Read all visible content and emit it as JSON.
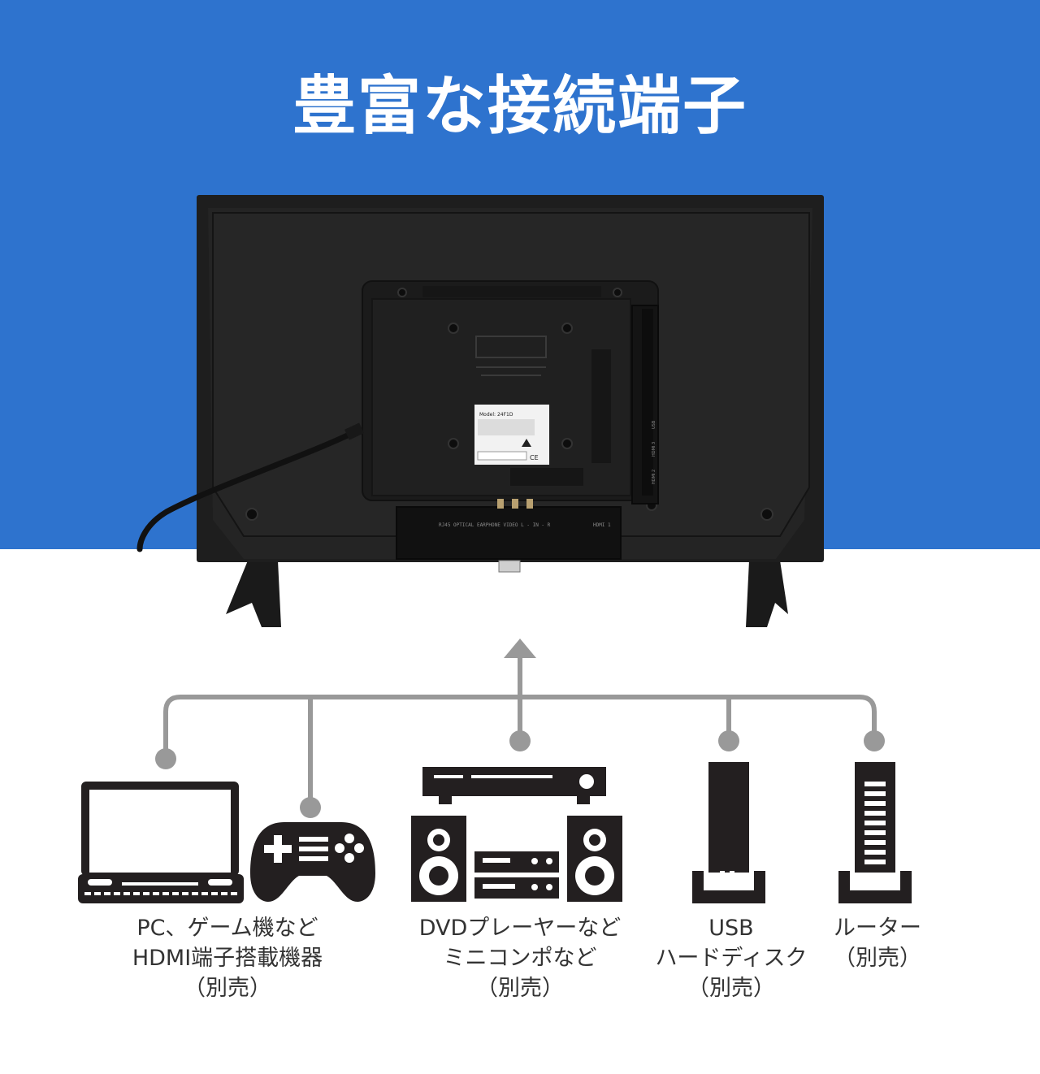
{
  "page": {
    "title": "豊富な接続端子",
    "colors": {
      "banner": "#2e73ce",
      "connector": "#999999",
      "icon": "#231f20",
      "text": "#333333"
    }
  },
  "tv": {
    "label_model": "Model: 24F1D",
    "port_labels": "RJ45   OPTICAL  EARPHONE  VIDEO    L  -  IN  -  R",
    "port_hdmi": "HDMI 1",
    "side_port_1": "USB",
    "side_port_2": "HDMI 3",
    "side_port_3": "HDMI 2"
  },
  "devices": [
    {
      "icon": "laptop-icon",
      "lines": [
        "PC、ゲーム機など",
        "HDMI端子搭載機器",
        "（別売）"
      ]
    },
    {
      "icon": "av-stereo-icon",
      "lines": [
        "DVDプレーヤーなど",
        "ミニコンポなど",
        "（別売）"
      ]
    },
    {
      "icon": "hard-disk-icon",
      "lines": [
        "USB",
        "ハードディスク",
        "（別売）"
      ]
    },
    {
      "icon": "router-icon",
      "lines": [
        "ルーター",
        "（別売）"
      ]
    }
  ],
  "extra_icons": [
    "gamepad-icon"
  ]
}
